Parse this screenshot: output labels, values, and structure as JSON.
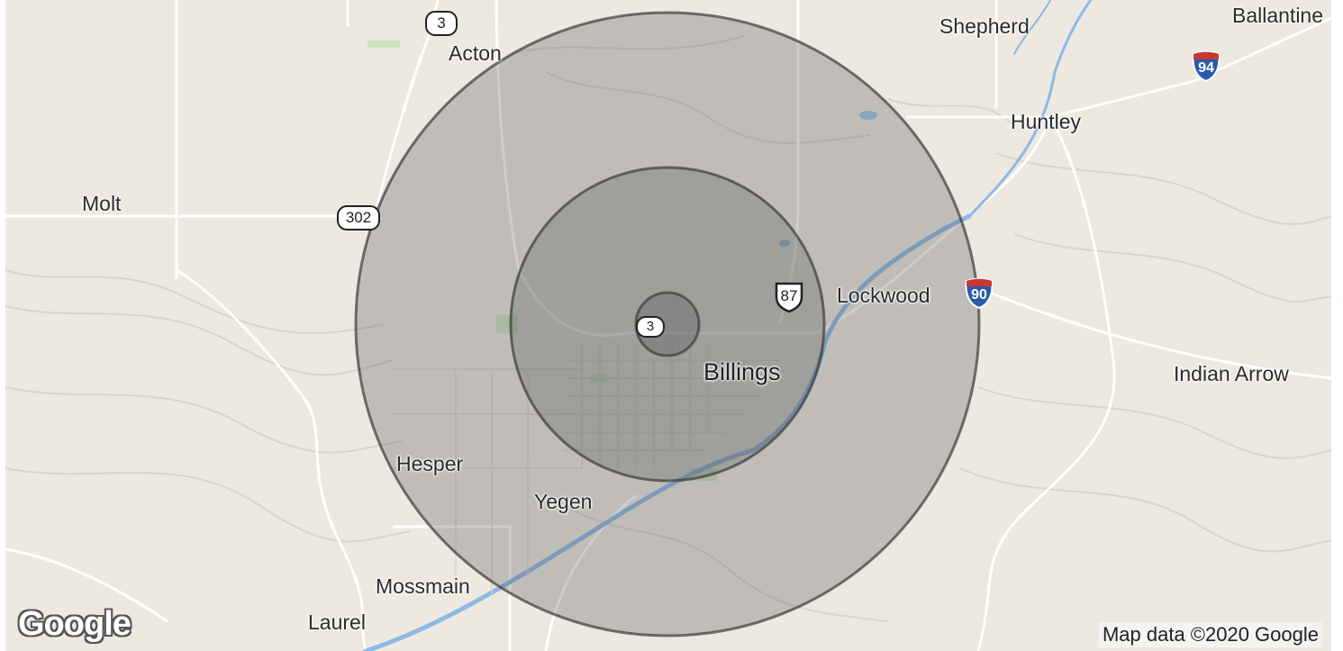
{
  "map": {
    "places": [
      {
        "name": "Acton",
        "key": "acton"
      },
      {
        "name": "Shepherd",
        "key": "shepherd"
      },
      {
        "name": "Ballantine",
        "key": "ballantine"
      },
      {
        "name": "Huntley",
        "key": "huntley"
      },
      {
        "name": "Molt",
        "key": "molt"
      },
      {
        "name": "Lockwood",
        "key": "lockwood"
      },
      {
        "name": "Billings",
        "key": "billings"
      },
      {
        "name": "Indian Arrow",
        "key": "indian-arrow"
      },
      {
        "name": "Hesper",
        "key": "hesper"
      },
      {
        "name": "Yegen",
        "key": "yegen"
      },
      {
        "name": "Mossmain",
        "key": "mossmain"
      },
      {
        "name": "Laurel",
        "key": "laurel"
      }
    ],
    "shields": {
      "state_3_north": "3",
      "state_302": "302",
      "state_3_center": "3",
      "us_87": "87",
      "interstate_94": "94",
      "interstate_90": "90"
    },
    "radius_rings": 3,
    "colors": {
      "land": "#ede9e1",
      "river": "#8fb8e6",
      "road": "#ffffff",
      "ring_fill": "#595959",
      "ring_stroke": "#3a3a3a",
      "interstate_blue": "#2a5caa",
      "interstate_red": "#c8382f"
    },
    "attribution": "Map data ©2020 Google",
    "logo": "Google"
  }
}
